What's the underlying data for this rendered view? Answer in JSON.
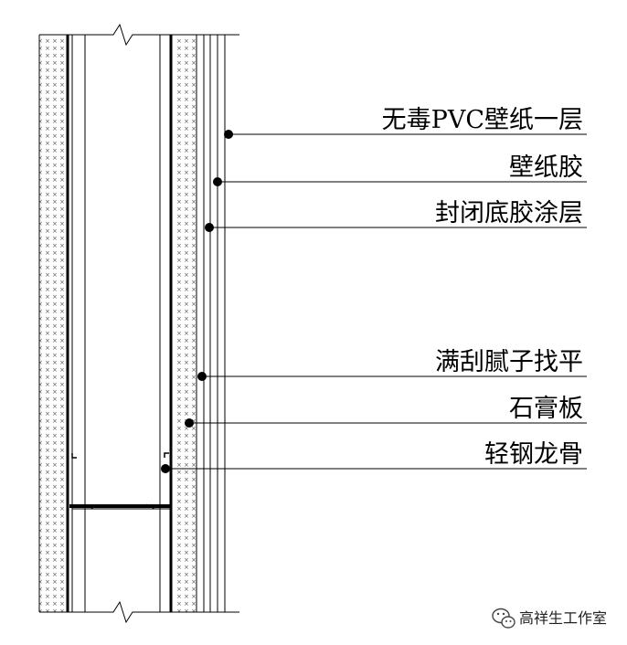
{
  "labels": [
    "无毒PVC壁纸一层",
    "壁纸胶",
    "封闭底胶涂层",
    "满刮腻子找平",
    "石膏板",
    "轻钢龙骨"
  ],
  "watermark": {
    "text": "高祥生工作室",
    "icon": "wechat-icon"
  }
}
